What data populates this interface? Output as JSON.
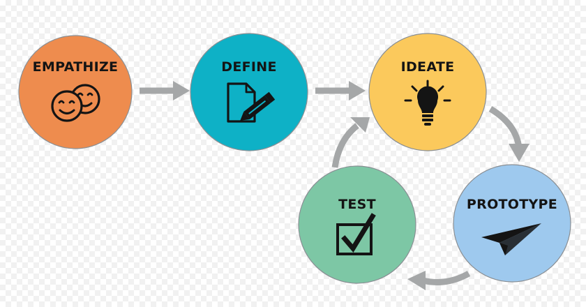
{
  "diagram": {
    "stages": [
      {
        "id": "empathize",
        "label": "EMPATHIZE",
        "color": "#EE8C4E",
        "icon": "smiling-faces-icon"
      },
      {
        "id": "define",
        "label": "DEFINE",
        "color": "#0EB1C6",
        "icon": "document-pencil-icon"
      },
      {
        "id": "ideate",
        "label": "IDEATE",
        "color": "#FBC95C",
        "icon": "lightbulb-icon"
      },
      {
        "id": "prototype",
        "label": "PROTOTYPE",
        "color": "#9EC9EE",
        "icon": "paper-plane-icon"
      },
      {
        "id": "test",
        "label": "TEST",
        "color": "#7DC7A5",
        "icon": "checkbox-icon"
      }
    ],
    "connector_color": "#A5A7A8",
    "icon_color": "#141414",
    "circle_border_color": "#8A8F94"
  }
}
